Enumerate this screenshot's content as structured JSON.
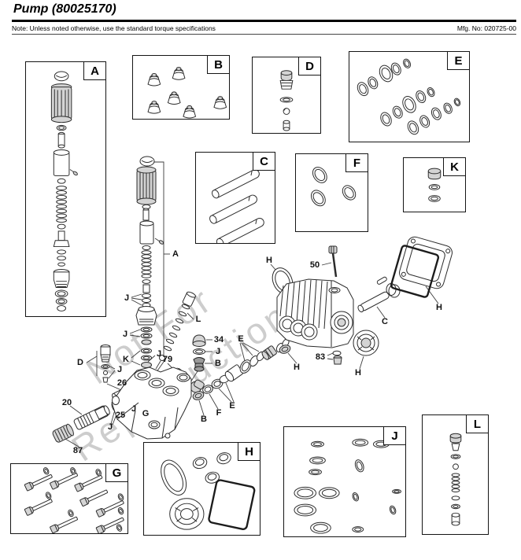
{
  "header": {
    "title": "Pump (80025170)",
    "note": "Note: Unless noted otherwise, use the standard torque specifications",
    "mfg_no": "Mfg. No: 020725-00"
  },
  "watermark": {
    "line1": "Not For",
    "line2": "Reproduction"
  },
  "part_boxes": [
    {
      "label": "A"
    },
    {
      "label": "B"
    },
    {
      "label": "C"
    },
    {
      "label": "D"
    },
    {
      "label": "E"
    },
    {
      "label": "F"
    },
    {
      "label": "G"
    },
    {
      "label": "H"
    },
    {
      "label": "J"
    },
    {
      "label": "K"
    },
    {
      "label": "L"
    }
  ],
  "callouts": [
    {
      "text": "A"
    },
    {
      "text": "J"
    },
    {
      "text": "J"
    },
    {
      "text": "K"
    },
    {
      "text": "J"
    },
    {
      "text": "L"
    },
    {
      "text": "34"
    },
    {
      "text": "J"
    },
    {
      "text": "B"
    },
    {
      "text": "79"
    },
    {
      "text": "D"
    },
    {
      "text": "J"
    },
    {
      "text": "26"
    },
    {
      "text": "25"
    },
    {
      "text": "J"
    },
    {
      "text": "20"
    },
    {
      "text": "J"
    },
    {
      "text": "87"
    },
    {
      "text": "G"
    },
    {
      "text": "B"
    },
    {
      "text": "F"
    },
    {
      "text": "E"
    },
    {
      "text": "E"
    },
    {
      "text": "H"
    },
    {
      "text": "50"
    },
    {
      "text": "83"
    },
    {
      "text": "H"
    },
    {
      "text": "H"
    },
    {
      "text": "H"
    },
    {
      "text": "C"
    }
  ]
}
